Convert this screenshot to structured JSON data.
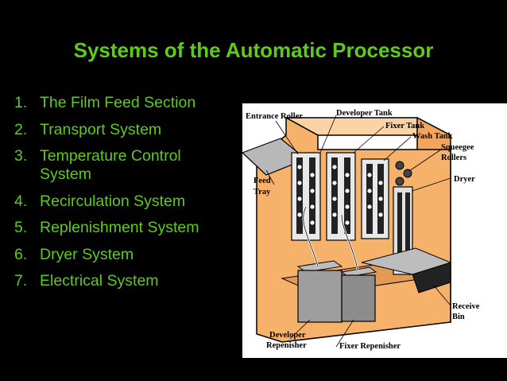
{
  "slide": {
    "title": "Systems of the Automatic Processor",
    "items": [
      {
        "num": "1.",
        "text": "The Film Feed Section"
      },
      {
        "num": "2.",
        "text": "Transport System"
      },
      {
        "num": "3.",
        "text": "Temperature Control System"
      },
      {
        "num": "4.",
        "text": "Recirculation System"
      },
      {
        "num": "5.",
        "text": "Replenishment System"
      },
      {
        "num": "6.",
        "text": "Dryer System"
      },
      {
        "num": "7.",
        "text": "Electrical System"
      }
    ]
  },
  "diagram": {
    "labels": {
      "entrance_roller": "Entrance Roller",
      "developer_tank": "Developer Tank",
      "fixer_tank": "Fixer Tank",
      "wash_tank": "Wash Tank",
      "squeegee_1": "Squeegee",
      "squeegee_2": "Rollers",
      "dryer": "Dryer",
      "feed": "Feed",
      "tray": "Tray",
      "receive": "Receive",
      "bin": "Bin",
      "developer_1": "Developer",
      "developer_2": "Repenisher",
      "fixer_repenisher": "Fixer Repenisher"
    }
  },
  "colors": {
    "background": "#000000",
    "text": "#5ecb1c",
    "cabinet": "#f6b26b"
  }
}
